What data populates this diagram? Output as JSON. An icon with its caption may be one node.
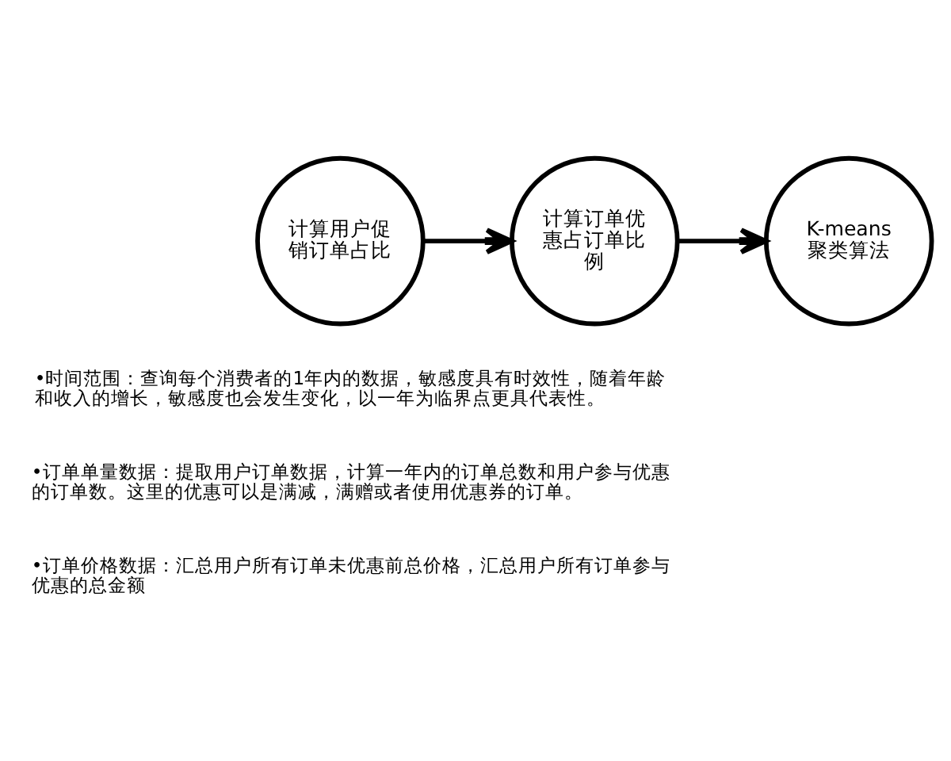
{
  "diagram": {
    "nodes": [
      {
        "text": [
          "计算用户促销订单占比"
        ]
      },
      {
        "text": [
          "计算订单优惠占订单比例"
        ]
      },
      {
        "text": [
          "K-means 聚类算法"
        ]
      }
    ],
    "edges": [
      {
        "from": 0,
        "to": 1,
        "arrow": "to"
      },
      {
        "from": 1,
        "to": 2,
        "arrow": "to"
      }
    ],
    "labels": [
      "•时间范围：查询每个消费者的1年内的数据，敏感度具有时效性，随着年龄和收入的增长，敏感度也会发生变化，以一年为临界点更具代表性。",
      "•订单单量数据：提取用户订单数据，计算一年内的订单总数和用户参与优惠的订单数。这里的优惠可以是满减，满赠或者使用优惠券的订单。",
      "•订单价格数据：汇总用户所有订单未优惠前总价格，汇总用户所有订单参与优惠的总金额"
    ]
  }
}
